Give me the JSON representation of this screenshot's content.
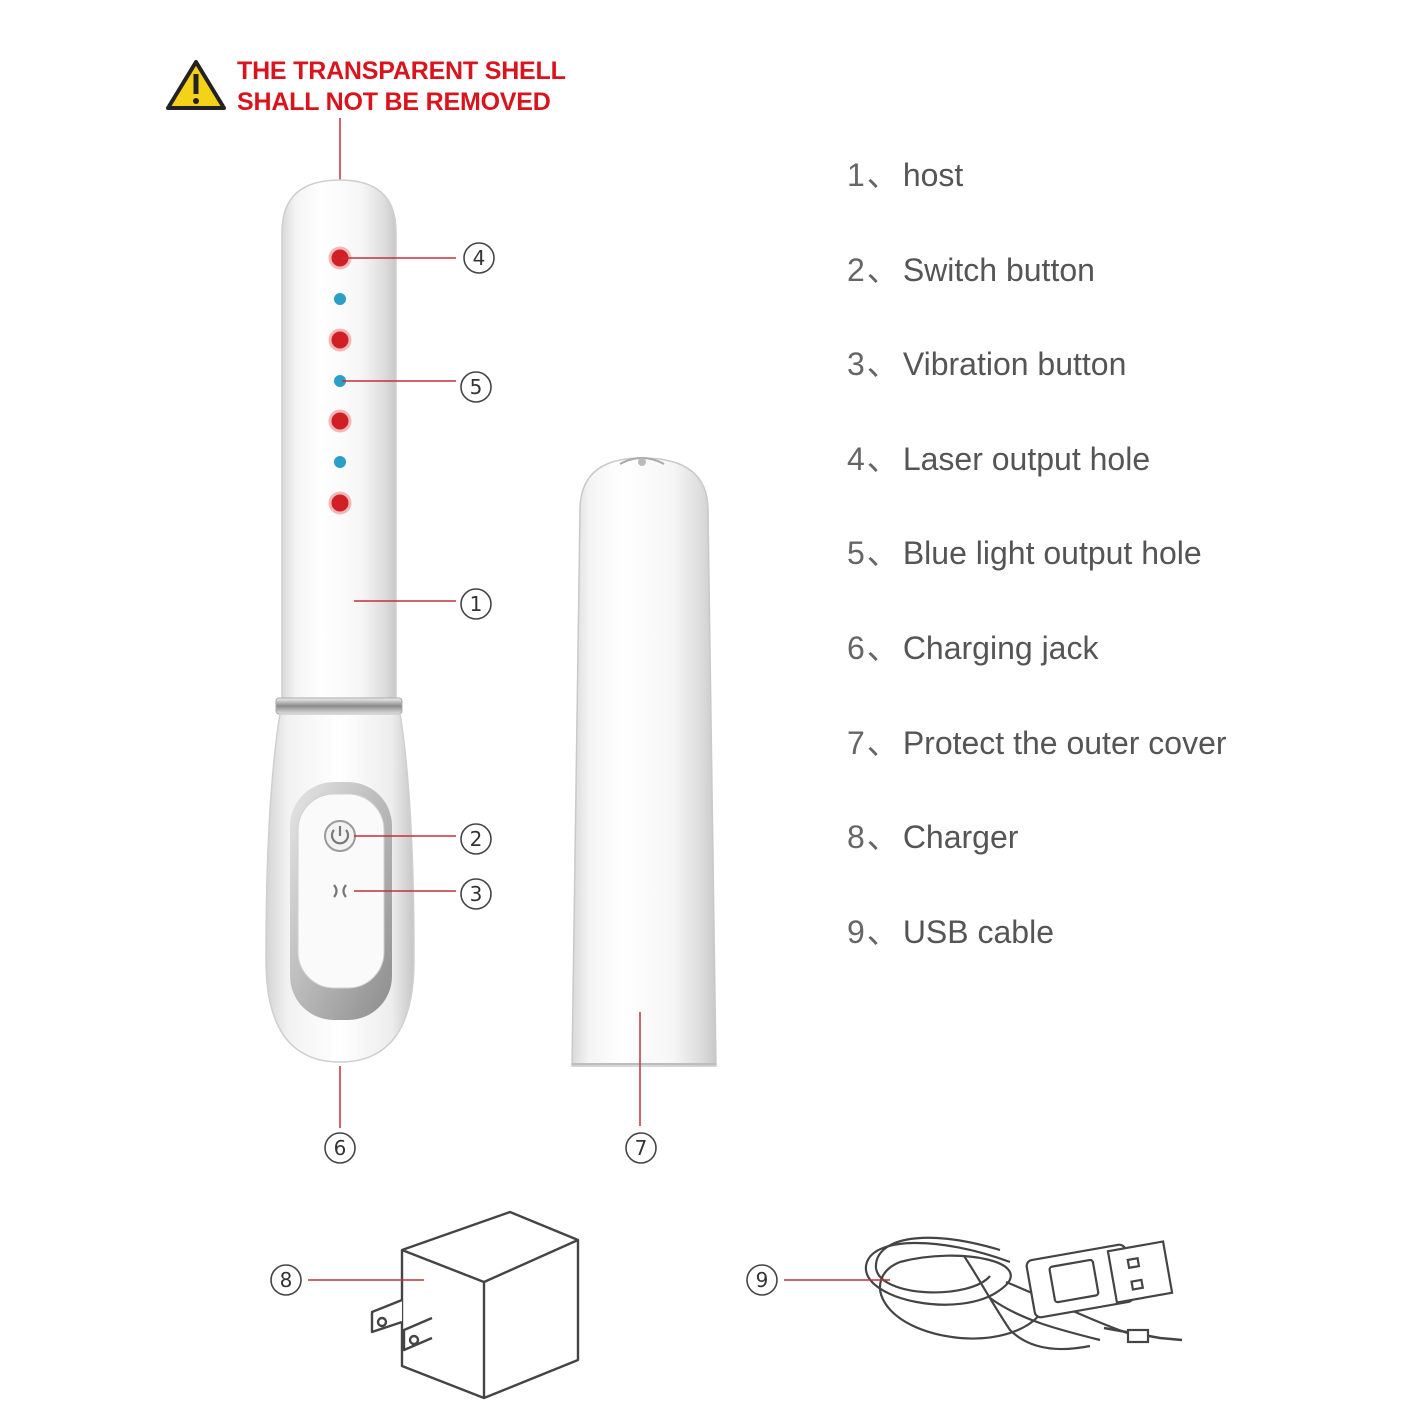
{
  "warning": {
    "icon": "warning-triangle-icon",
    "line1": "THE TRANSPARENT SHELL",
    "line2": "SHALL NOT BE REMOVED",
    "color": "#d9141c"
  },
  "parts": [
    {
      "num": "1",
      "sep": "、",
      "label": "host"
    },
    {
      "num": "2",
      "sep": "、",
      "label": "Switch button"
    },
    {
      "num": "3",
      "sep": "、",
      "label": "Vibration button"
    },
    {
      "num": "4",
      "sep": "、",
      "label": "Laser output hole"
    },
    {
      "num": "5",
      "sep": "、",
      "label": "Blue light output hole"
    },
    {
      "num": "6",
      "sep": "、",
      "label": "Charging jack"
    },
    {
      "num": "7",
      "sep": "、",
      "label": "Protect the outer cover"
    },
    {
      "num": "8",
      "sep": "、",
      "label": "Charger"
    },
    {
      "num": "9",
      "sep": "、",
      "label": "USB cable"
    }
  ],
  "callouts": {
    "c1": "1",
    "c2": "2",
    "c3": "3",
    "c4": "4",
    "c5": "5",
    "c6": "6",
    "c7": "7",
    "c8": "8",
    "c9": "9"
  },
  "colors": {
    "laser_dot": "#d11f26",
    "blue_dot": "#2aa0c8",
    "leader_line": "#c0323a",
    "callout_ring": "#444444"
  },
  "icons": {
    "power": "power-icon",
    "vibration": "vibration-icon",
    "charger": "charger-plug-icon",
    "usb": "usb-cable-icon"
  }
}
